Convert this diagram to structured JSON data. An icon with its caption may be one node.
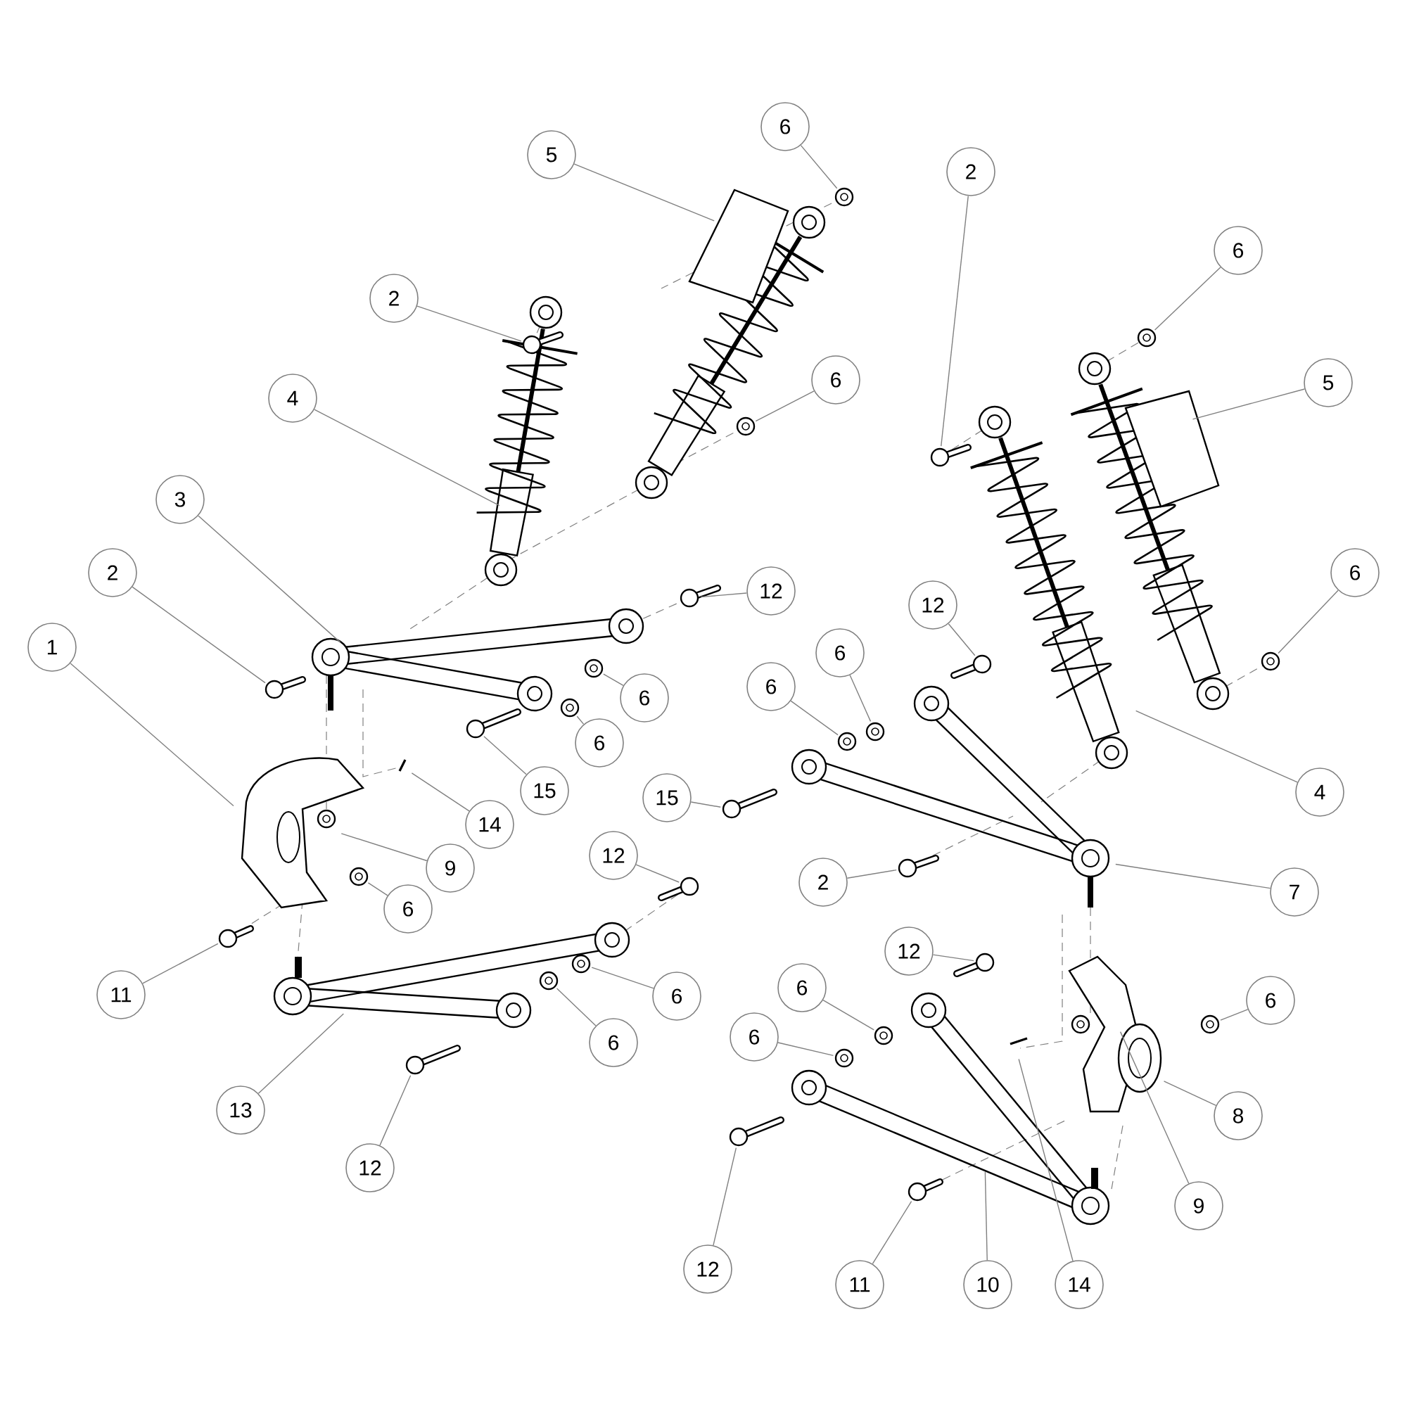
{
  "diagram": {
    "nodes": [
      {
        "text": [
          "6"
        ]
      },
      {
        "text": [
          "5"
        ]
      },
      {
        "text": [
          "2"
        ]
      },
      {
        "text": [
          "6"
        ]
      },
      {
        "text": [
          "2"
        ]
      },
      {
        "text": [
          "6"
        ]
      },
      {
        "text": [
          "5"
        ]
      },
      {
        "text": [
          "4"
        ]
      },
      {
        "text": [
          "3"
        ]
      },
      {
        "text": [
          "2"
        ]
      },
      {
        "text": [
          "6"
        ]
      },
      {
        "text": [
          "12"
        ]
      },
      {
        "text": [
          "12"
        ]
      },
      {
        "text": [
          "1"
        ]
      },
      {
        "text": [
          "6"
        ]
      },
      {
        "text": [
          "6"
        ]
      },
      {
        "text": [
          "6"
        ]
      },
      {
        "text": [
          "6"
        ]
      },
      {
        "text": [
          "15"
        ]
      },
      {
        "text": [
          "15"
        ]
      },
      {
        "text": [
          "4"
        ]
      },
      {
        "text": [
          "14"
        ]
      },
      {
        "text": [
          "9"
        ]
      },
      {
        "text": [
          "2"
        ]
      },
      {
        "text": [
          "7"
        ]
      },
      {
        "text": [
          "6"
        ]
      },
      {
        "text": [
          "12"
        ]
      },
      {
        "text": [
          "12"
        ]
      },
      {
        "text": [
          "11"
        ]
      },
      {
        "text": [
          "6"
        ]
      },
      {
        "text": [
          "6"
        ]
      },
      {
        "text": [
          "6"
        ]
      },
      {
        "text": [
          "6"
        ]
      },
      {
        "text": [
          "6"
        ]
      },
      {
        "text": [
          "13"
        ]
      },
      {
        "text": [
          "8"
        ]
      },
      {
        "text": [
          "9"
        ]
      },
      {
        "text": [
          "12"
        ]
      },
      {
        "text": [
          "12"
        ]
      },
      {
        "text": [
          "11"
        ]
      },
      {
        "text": [
          "10"
        ]
      },
      {
        "text": [
          "14"
        ]
      }
    ],
    "edges": [
      {
        "from": 0,
        "to": null,
        "arrow": "none"
      },
      {
        "from": 1,
        "to": null,
        "arrow": "none"
      },
      {
        "from": 2,
        "to": null,
        "arrow": "none"
      },
      {
        "from": 3,
        "to": null,
        "arrow": "none"
      },
      {
        "from": 4,
        "to": null,
        "arrow": "none"
      },
      {
        "from": 5,
        "to": null,
        "arrow": "none"
      },
      {
        "from": 6,
        "to": null,
        "arrow": "none"
      },
      {
        "from": 7,
        "to": null,
        "arrow": "none"
      },
      {
        "from": 8,
        "to": null,
        "arrow": "none"
      },
      {
        "from": 9,
        "to": null,
        "arrow": "none"
      },
      {
        "from": 10,
        "to": null,
        "arrow": "none"
      },
      {
        "from": 11,
        "to": null,
        "arrow": "none"
      },
      {
        "from": 12,
        "to": null,
        "arrow": "none"
      },
      {
        "from": 13,
        "to": null,
        "arrow": "none"
      },
      {
        "from": 14,
        "to": null,
        "arrow": "none"
      },
      {
        "from": 15,
        "to": null,
        "arrow": "none"
      },
      {
        "from": 16,
        "to": null,
        "arrow": "none"
      },
      {
        "from": 17,
        "to": null,
        "arrow": "none"
      },
      {
        "from": 18,
        "to": null,
        "arrow": "none"
      },
      {
        "from": 19,
        "to": null,
        "arrow": "none"
      },
      {
        "from": 20,
        "to": null,
        "arrow": "none"
      },
      {
        "from": 21,
        "to": null,
        "arrow": "none"
      },
      {
        "from": 22,
        "to": null,
        "arrow": "none"
      },
      {
        "from": 23,
        "to": null,
        "arrow": "none"
      },
      {
        "from": 24,
        "to": null,
        "arrow": "none"
      },
      {
        "from": 25,
        "to": null,
        "arrow": "none"
      },
      {
        "from": 26,
        "to": null,
        "arrow": "none"
      },
      {
        "from": 27,
        "to": null,
        "arrow": "none"
      },
      {
        "from": 28,
        "to": null,
        "arrow": "none"
      },
      {
        "from": 29,
        "to": null,
        "arrow": "none"
      },
      {
        "from": 30,
        "to": null,
        "arrow": "none"
      },
      {
        "from": 31,
        "to": null,
        "arrow": "none"
      },
      {
        "from": 32,
        "to": null,
        "arrow": "none"
      },
      {
        "from": 33,
        "to": null,
        "arrow": "none"
      },
      {
        "from": 34,
        "to": null,
        "arrow": "none"
      },
      {
        "from": 35,
        "to": null,
        "arrow": "none"
      },
      {
        "from": 36,
        "to": null,
        "arrow": "none"
      },
      {
        "from": 37,
        "to": null,
        "arrow": "none"
      },
      {
        "from": 38,
        "to": null,
        "arrow": "none"
      },
      {
        "from": 39,
        "to": null,
        "arrow": "none"
      },
      {
        "from": 40,
        "to": null,
        "arrow": "none"
      },
      {
        "from": 41,
        "to": null,
        "arrow": "none"
      }
    ]
  }
}
